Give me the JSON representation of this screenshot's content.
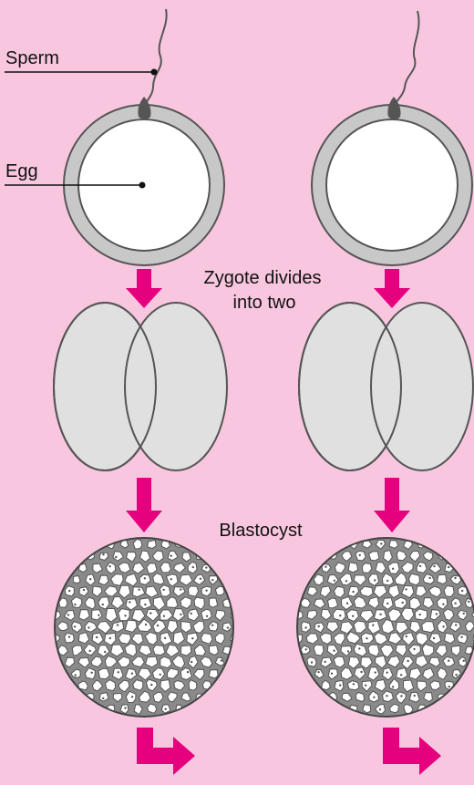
{
  "labels": {
    "sperm": "Sperm",
    "egg": "Egg",
    "zygote_line1": "Zygote divides",
    "zygote_line2": "into two",
    "blastocyst": "Blastocyst"
  },
  "colors": {
    "background": "#f8c7df",
    "arrow": "#e5007e",
    "egg_ring": "#c8c8c8",
    "cell_fill": "#e0e0e0",
    "outline": "#555555"
  }
}
